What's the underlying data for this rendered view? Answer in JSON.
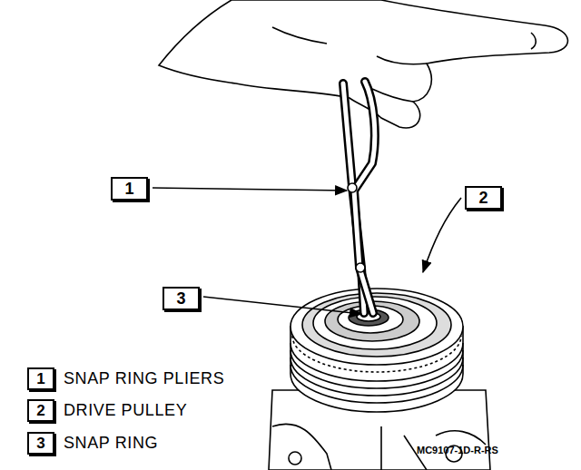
{
  "diagram": {
    "nodes": [
      {
        "text": [
          "1"
        ]
      },
      {
        "text": [
          "2"
        ]
      },
      {
        "text": [
          "3"
        ]
      },
      {
        "text": [
          "1",
          "SNAP RING PLIERS"
        ]
      },
      {
        "text": [
          "2",
          "DRIVE PULLEY"
        ]
      },
      {
        "text": [
          "3",
          "SNAP RING"
        ]
      }
    ],
    "labels": [
      "MC9107-1D-R-RS"
    ]
  }
}
